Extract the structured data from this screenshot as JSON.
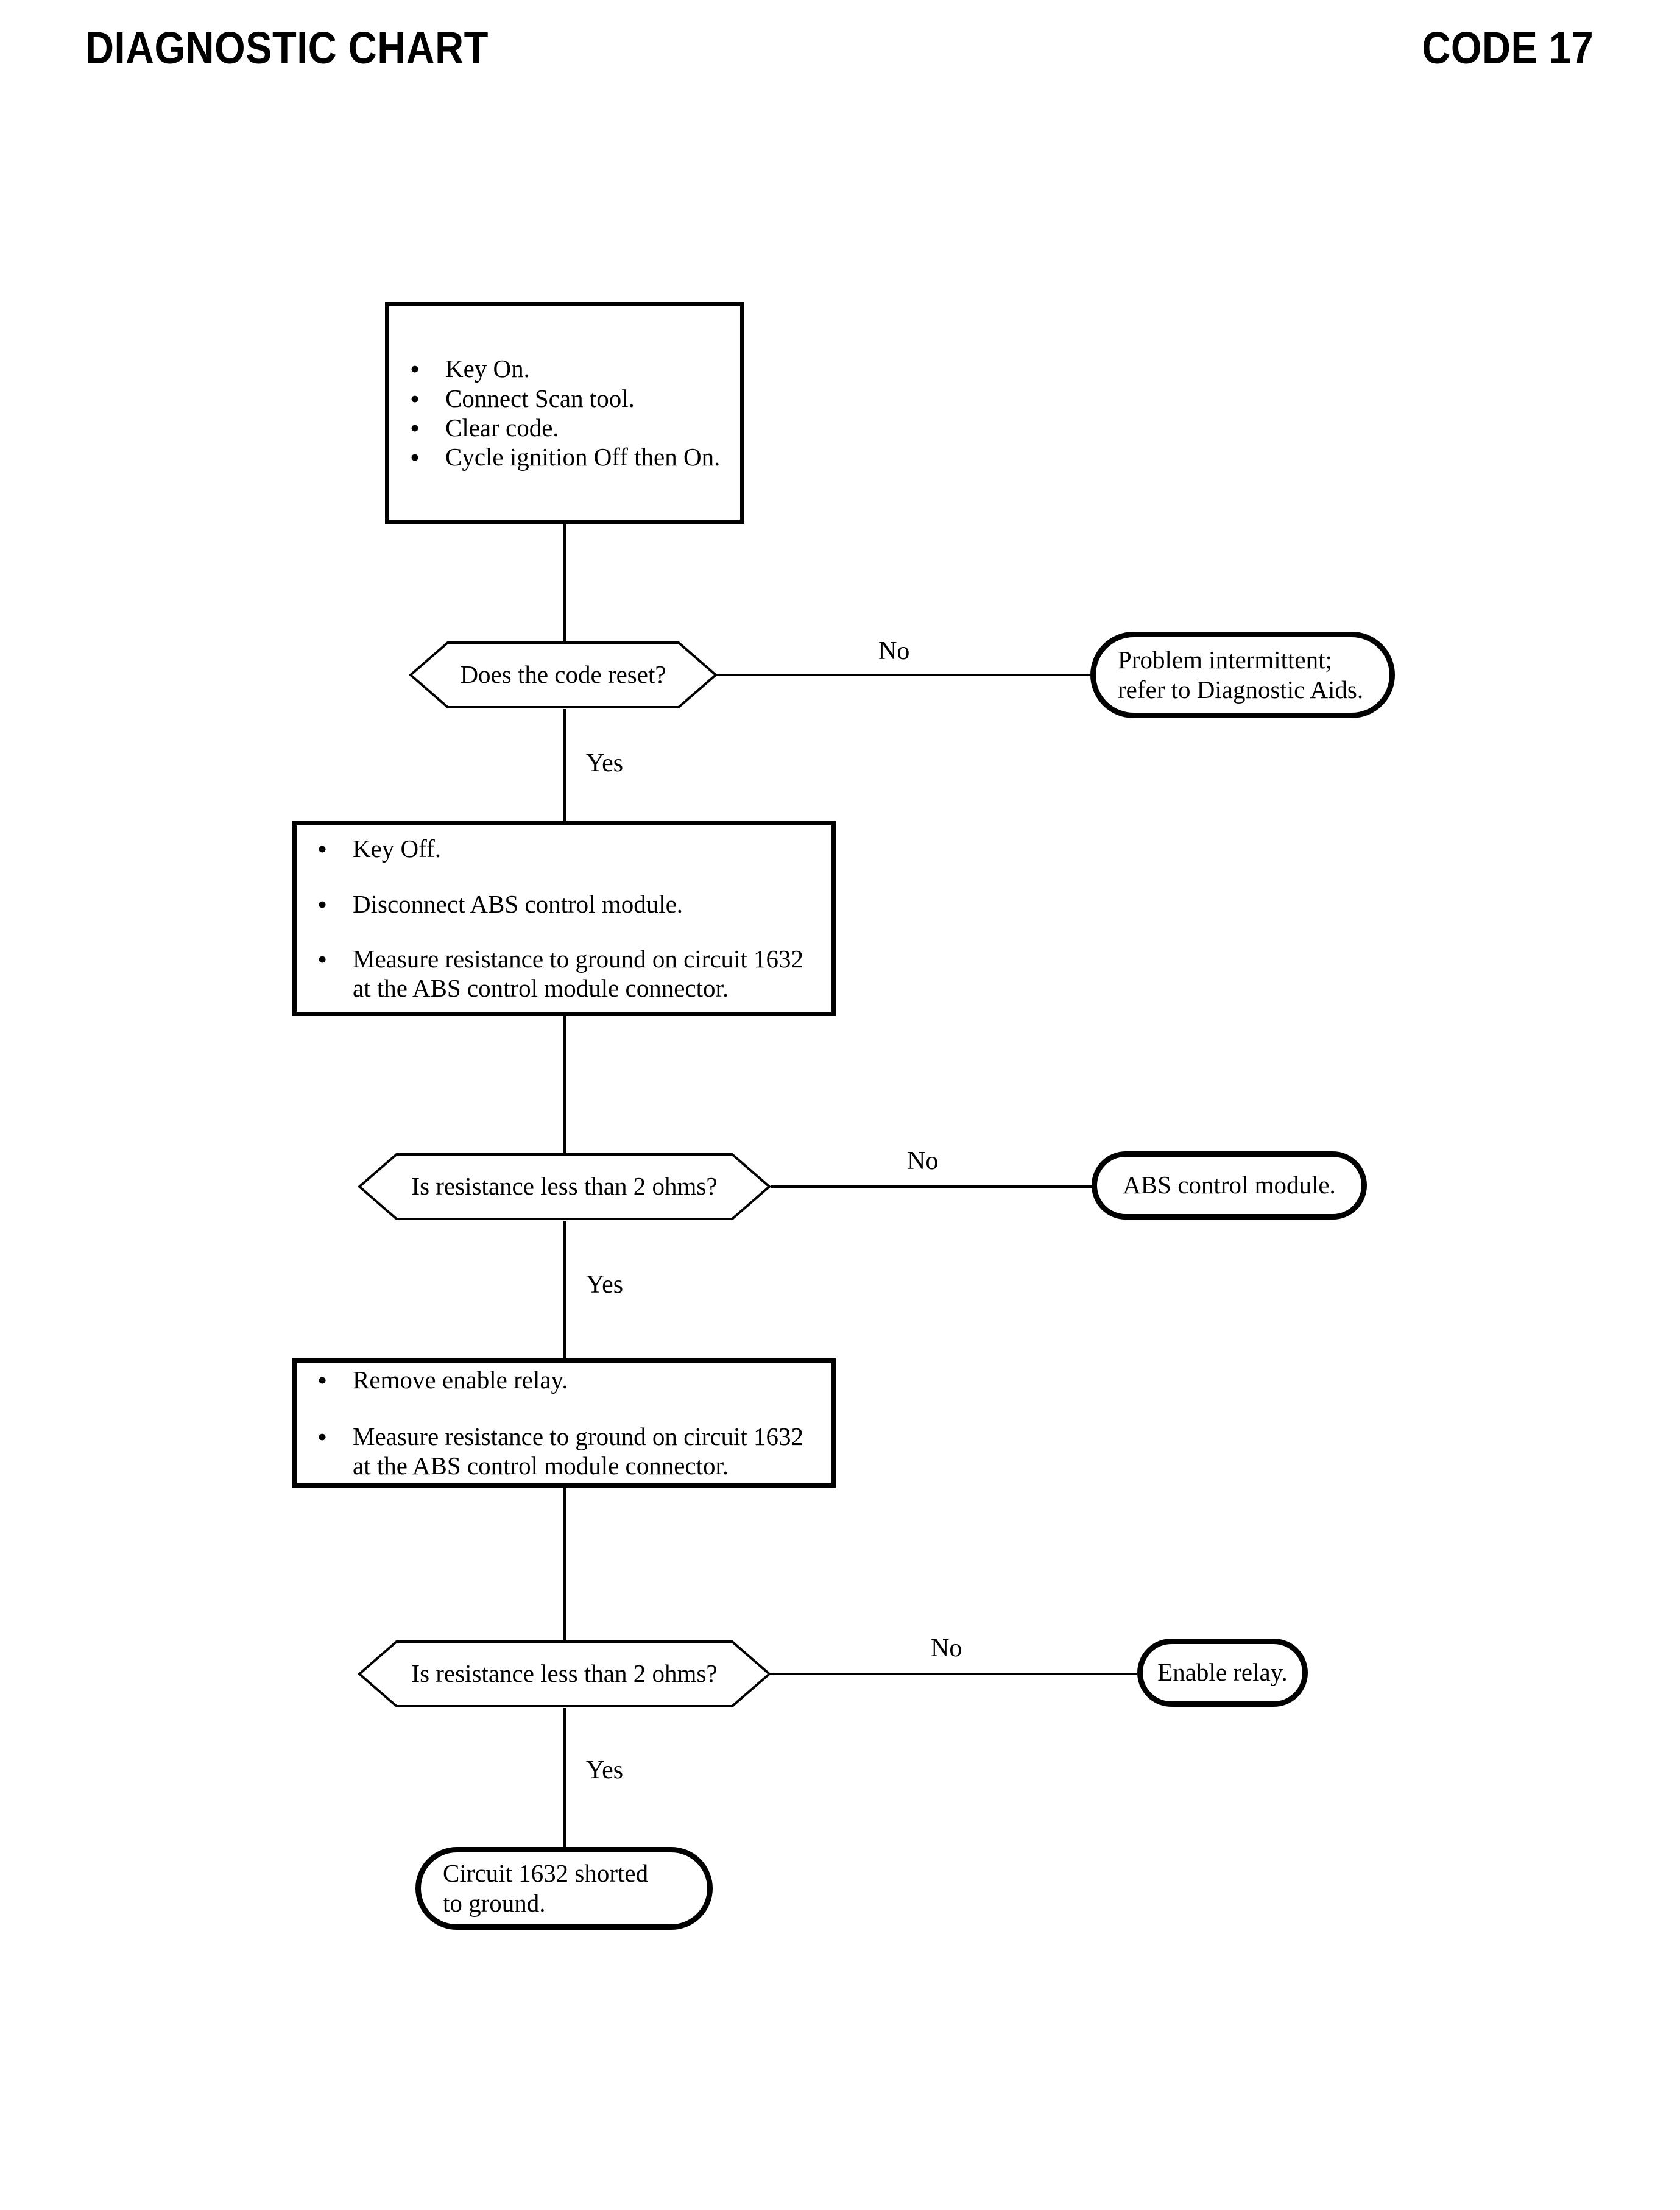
{
  "header": {
    "title": "DIAGNOSTIC CHART",
    "code": "CODE 17"
  },
  "edge_labels": {
    "no": "No",
    "yes": "Yes"
  },
  "flow": {
    "step1": {
      "type": "process",
      "bullets": [
        "Key On.",
        "Connect Scan tool.",
        "Clear code.",
        "Cycle ignition Off then On."
      ]
    },
    "decision1": {
      "type": "decision",
      "text": "Does the code reset?",
      "no_label": "No",
      "yes_label": "Yes"
    },
    "terminal1": {
      "type": "terminal",
      "text": "Problem intermittent;\nrefer to Diagnostic Aids."
    },
    "step2": {
      "type": "process",
      "bullets": [
        "Key Off.",
        "Disconnect ABS control module.",
        "Measure resistance to ground on circuit 1632 at the ABS control module connector."
      ]
    },
    "decision2": {
      "type": "decision",
      "text": "Is resistance less than 2 ohms?",
      "no_label": "No",
      "yes_label": "Yes"
    },
    "terminal2": {
      "type": "terminal",
      "text": "ABS control module."
    },
    "step3": {
      "type": "process",
      "bullets": [
        "Remove enable relay.",
        "Measure resistance to ground on circuit 1632 at the ABS control module connector."
      ]
    },
    "decision3": {
      "type": "decision",
      "text": "Is resistance less than 2 ohms?",
      "no_label": "No",
      "yes_label": "Yes"
    },
    "terminal3": {
      "type": "terminal",
      "text": "Enable relay."
    },
    "terminal_final": {
      "type": "terminal",
      "text": "Circuit 1632 shorted\nto ground."
    }
  },
  "colors": {
    "ink": "#000000",
    "paper": "#ffffff"
  }
}
